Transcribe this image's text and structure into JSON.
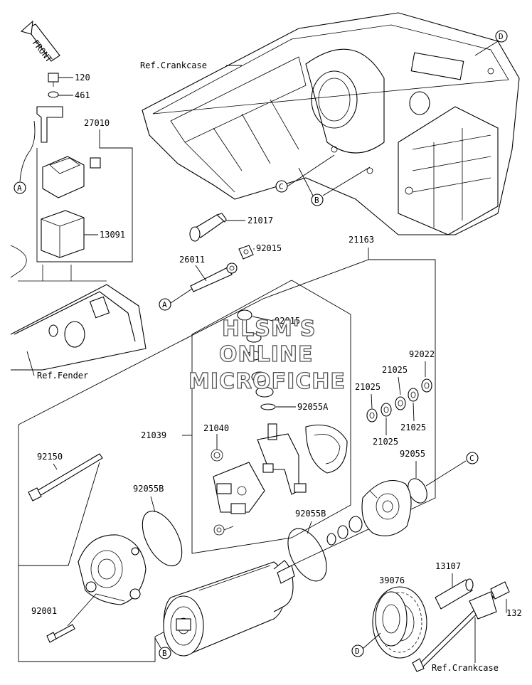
{
  "front_arrow": {
    "text": "FRONT"
  },
  "references": {
    "crankcase_top": "Ref.Crankcase",
    "fender": "Ref.Fender",
    "crankcase_bottom": "Ref.Crankcase"
  },
  "part_numbers": {
    "p120": "120",
    "p461": "461",
    "p27010": "27010",
    "p13091": "13091",
    "p21017": "21017",
    "p92015_a": "92015",
    "p26011": "26011",
    "p21163": "21163",
    "p92015_b": "92015",
    "p92022": "92022",
    "p21025_a": "21025",
    "p21025_b": "21025",
    "p21025_c": "21025",
    "p21025_d": "21025",
    "p92055A": "92055A",
    "p21039": "21039",
    "p21040": "21040",
    "p92055": "92055",
    "p92150": "92150",
    "p92055B_a": "92055B",
    "p92055B_b": "92055B",
    "p92001": "92001",
    "p39076": "39076",
    "p13107": "13107",
    "p132": "132"
  },
  "callouts": {
    "A1": "A",
    "A2": "A",
    "B1": "B",
    "B2": "B",
    "C1": "C",
    "C2": "C",
    "D1": "D",
    "D2": "D"
  },
  "watermark": {
    "line1": "HLSM'S",
    "line2": "ONLINE",
    "line3": "MICROFICHE"
  }
}
